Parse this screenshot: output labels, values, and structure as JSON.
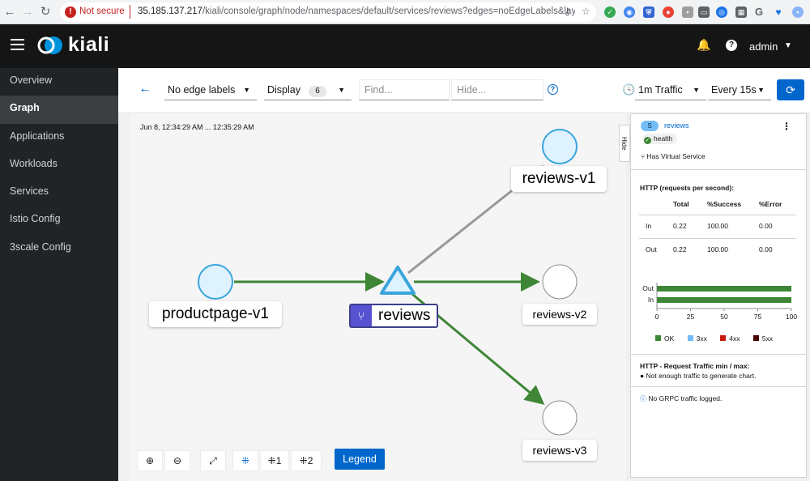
{
  "browser": {
    "security_label": "Not secure",
    "url_host": "35.185.137.217",
    "url_path": "/kiali/console/graph/node/namespaces/default/services/reviews?edges=noEdgeLabels&layout=dag..."
  },
  "masthead": {
    "brand": "kiali",
    "user": "admin"
  },
  "sidebar": {
    "items": [
      {
        "label": "Overview"
      },
      {
        "label": "Graph"
      },
      {
        "label": "Applications"
      },
      {
        "label": "Workloads"
      },
      {
        "label": "Services"
      },
      {
        "label": "Istio Config"
      },
      {
        "label": "3scale Config"
      }
    ]
  },
  "toolbar": {
    "edge_labels": "No edge labels",
    "display": "Display",
    "display_count": "6",
    "find_placeholder": "Find...",
    "hide_placeholder": "Hide...",
    "traffic": "1m Traffic",
    "refresh_interval": "Every 15s"
  },
  "graph": {
    "time_range": "Jun 8, 12:34:29 AM ... 12:35:29 AM",
    "nodes": {
      "productpage": "productpage-v1",
      "reviews_service": "reviews",
      "reviews_v1": "reviews-v1",
      "reviews_v2": "reviews-v2",
      "reviews_v3": "reviews-v3"
    },
    "controls": {
      "layout1": "1",
      "layout2": "2",
      "legend": "Legend"
    },
    "colors": {
      "edge_ok": "#3e8635",
      "edge_idle": "#999999",
      "node_fill": "#def3ff",
      "node_stroke": "#39a5dc"
    }
  },
  "panel": {
    "hide_label": "Hide",
    "badge": "S",
    "service_name": "reviews",
    "health": "health",
    "virtual_service": "Has Virtual Service",
    "http_title": "HTTP (requests per second):",
    "table": {
      "headers": [
        "",
        "Total",
        "%Success",
        "%Error"
      ],
      "rows": [
        [
          "In",
          "0.22",
          "100.00",
          "0.00"
        ],
        [
          "Out",
          "0.22",
          "100.00",
          "0.00"
        ]
      ]
    },
    "chart": {
      "rows": [
        "Out",
        "In"
      ],
      "ticks": [
        "0",
        "25",
        "50",
        "75",
        "100"
      ]
    },
    "legend": [
      {
        "label": "OK",
        "color": "#3e8635"
      },
      {
        "label": "3xx",
        "color": "#73bcf7"
      },
      {
        "label": "4xx",
        "color": "#c9190b"
      },
      {
        "label": "5xx",
        "color": "#470000"
      }
    ],
    "traffic_title": "HTTP - Request Traffic min / max:",
    "traffic_msg": "Not enough traffic to generate chart.",
    "grpc_msg": "No GRPC traffic logged."
  },
  "chart_data": {
    "type": "bar",
    "categories": [
      "Out",
      "In"
    ],
    "series": [
      {
        "name": "OK",
        "values": [
          100,
          100
        ]
      },
      {
        "name": "3xx",
        "values": [
          0,
          0
        ]
      },
      {
        "name": "4xx",
        "values": [
          0,
          0
        ]
      },
      {
        "name": "5xx",
        "values": [
          0,
          0
        ]
      }
    ],
    "xlim": [
      0,
      100
    ],
    "xticks": [
      "0",
      "25",
      "50",
      "75",
      "100"
    ]
  }
}
